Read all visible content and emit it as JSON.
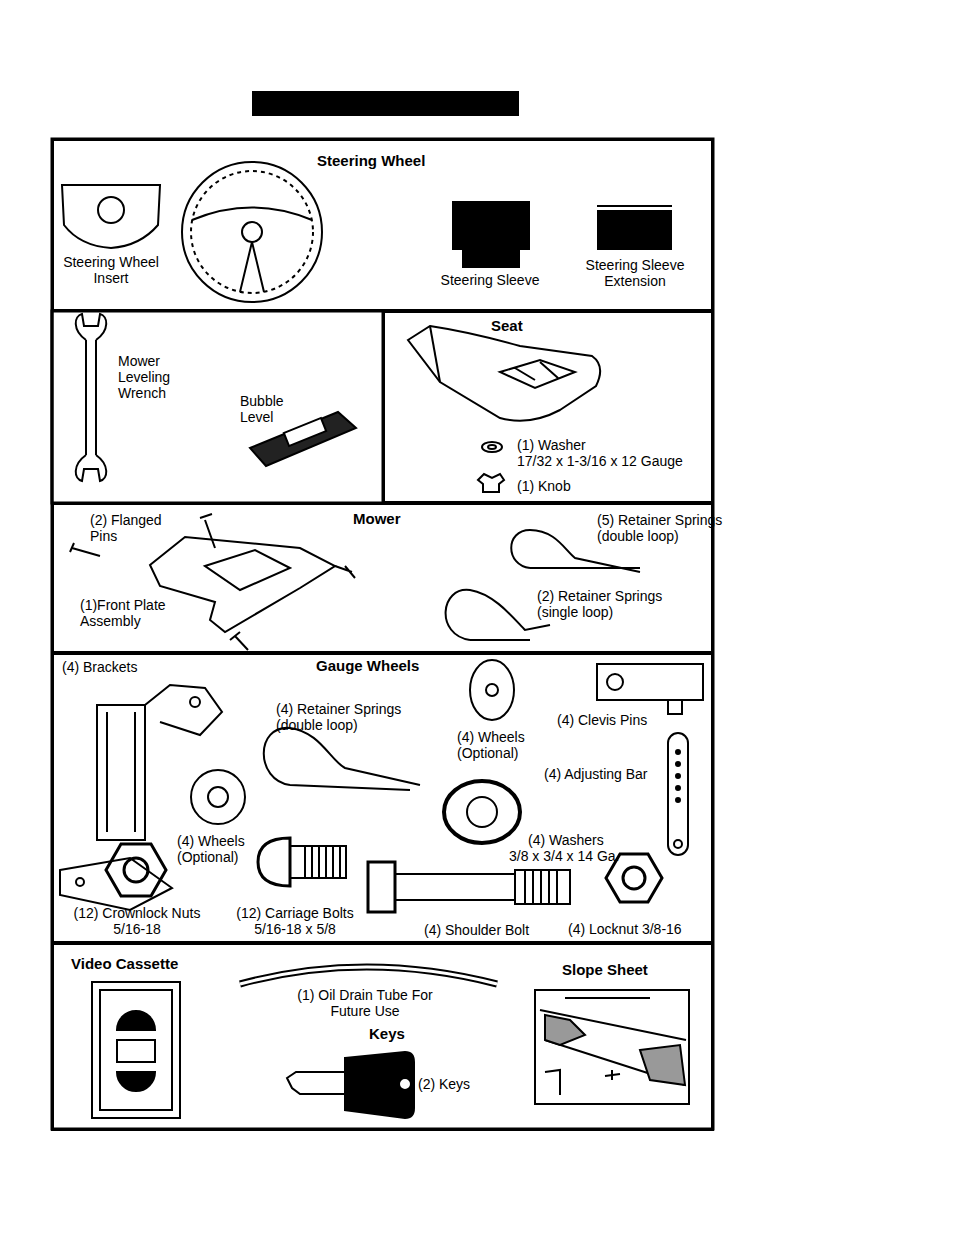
{
  "diagram": {
    "nodes": [
      {
        "text": [
          "Steering Wheel"
        ]
      },
      {
        "text": [
          "Seat"
        ]
      },
      {
        "text": [
          "Mower"
        ]
      },
      {
        "text": [
          "Gauge Wheels"
        ]
      },
      {
        "text": [
          "Video Cassette",
          "Keys",
          "Slope Sheet"
        ]
      }
    ],
    "labels": [
      "Steering Wheel Insert",
      "Steering Sleeve",
      "Steering Sleeve Extension",
      "Mower Leveling Wrench",
      "Bubble Level",
      "(1) Washer",
      "17/32 x 1-3/16 x 12 Gauge",
      "(1) Knob",
      "(2) Flanged Pins",
      "(1)Front Plate Assembly",
      "(5) Retainer Springs (double loop)",
      "(2) Retainer Springs (single loop)",
      "(4) Brackets",
      "(4) Retainer Springs (double loop)",
      "(4) Wheels (Optional)",
      "(4) Clevis Pins",
      "(4) Adjusting Bar",
      "(4) Wheels (Optional)",
      "(4) Washers",
      "3/8 x 3/4 x 14 Ga.",
      "(12) Crownlock Nuts 5/16-18",
      "(12) Carriage Bolts 5/16-18 x 5/8",
      "(4) Shoulder Bolt",
      "(4) Locknut 3/8-16",
      "(1) Oil Drain Tube For Future Use",
      "(2) Keys"
    ]
  }
}
